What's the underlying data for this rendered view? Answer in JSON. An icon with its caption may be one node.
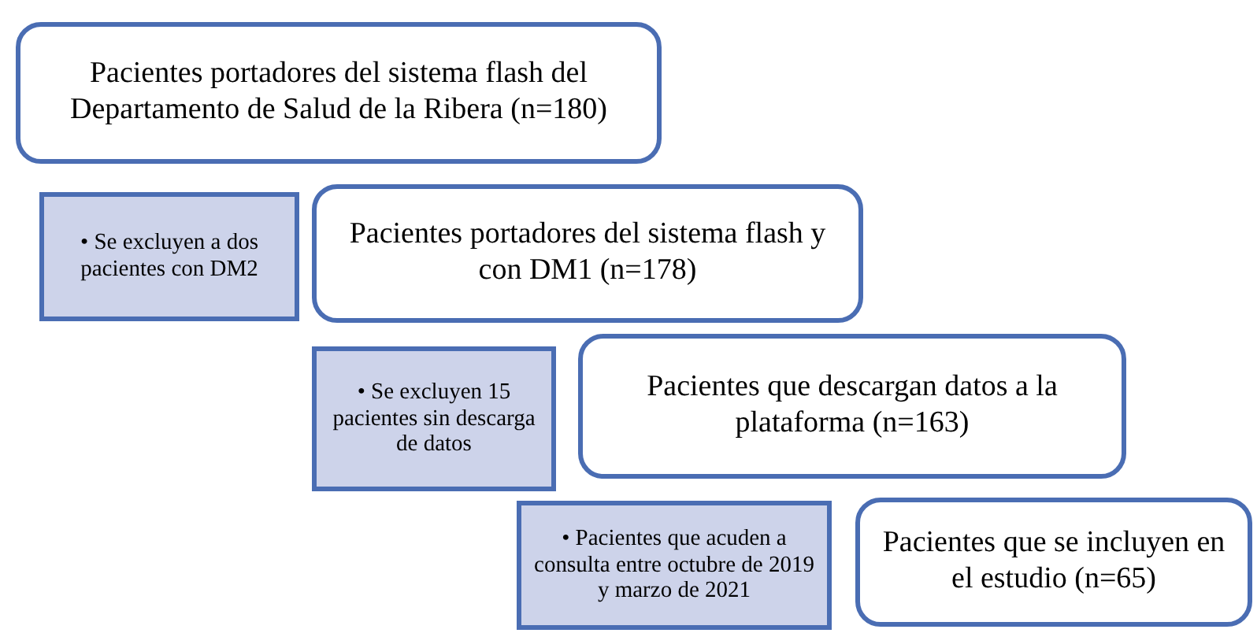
{
  "diagram": {
    "nodes": [
      {
        "text": [
          "Pacientes portadores del sistema flash del Departamento de Salud de la Ribera (n=180)"
        ]
      },
      {
        "text": [
          "• Se excluyen a dos pacientes con DM2"
        ]
      },
      {
        "text": [
          "Pacientes portadores del sistema flash y con DM1 (n=178)"
        ]
      },
      {
        "text": [
          "• Se excluyen 15 pacientes sin descarga de datos"
        ]
      },
      {
        "text": [
          "Pacientes que descargan datos a la plataforma (n=163)"
        ]
      },
      {
        "text": [
          "• Pacientes que acuden a consulta entre octubre de 2019 y marzo de 2021"
        ]
      },
      {
        "text": [
          "Pacientes que se incluyen en el estudio  (n=65)"
        ]
      }
    ]
  }
}
